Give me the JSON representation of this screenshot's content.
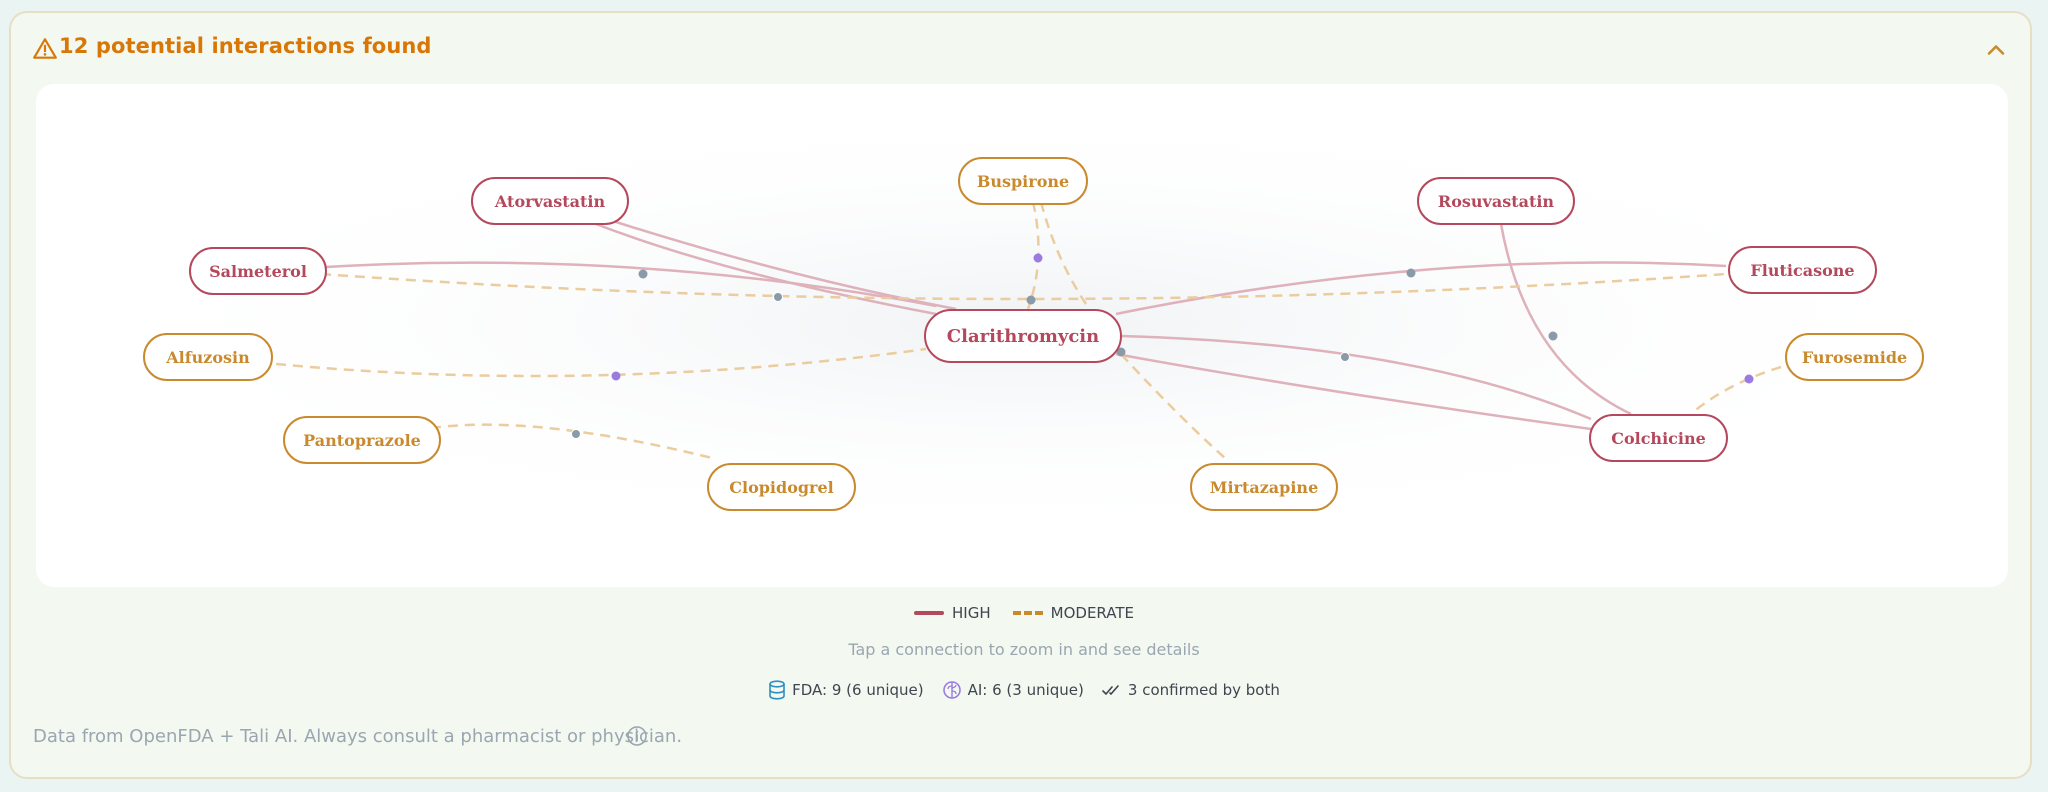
{
  "header": {
    "title": "12 potential interactions found",
    "warning_icon": "warning-triangle-icon",
    "collapse_icon": "chevron-up-icon",
    "accent_color": "#d97706"
  },
  "graph": {
    "colors": {
      "high": "#b4485c",
      "moderate": "#c98a2e",
      "fda_dot": "#8b9aa8",
      "ai_dot": "#9b7be0"
    },
    "center_drug": "Clarithromycin",
    "drugs": [
      {
        "id": "salmeterol",
        "label": "Salmeterol",
        "severity": "high"
      },
      {
        "id": "atorvastatin",
        "label": "Atorvastatin",
        "severity": "high"
      },
      {
        "id": "buspirone",
        "label": "Buspirone",
        "severity": "moderate"
      },
      {
        "id": "rosuvastatin",
        "label": "Rosuvastatin",
        "severity": "high"
      },
      {
        "id": "fluticasone",
        "label": "Fluticasone",
        "severity": "high"
      },
      {
        "id": "alfuzosin",
        "label": "Alfuzosin",
        "severity": "moderate"
      },
      {
        "id": "clarithromycin",
        "label": "Clarithromycin",
        "severity": "high"
      },
      {
        "id": "furosemide",
        "label": "Furosemide",
        "severity": "moderate"
      },
      {
        "id": "pantoprazole",
        "label": "Pantoprazole",
        "severity": "moderate"
      },
      {
        "id": "colchicine",
        "label": "Colchicine",
        "severity": "high"
      },
      {
        "id": "clopidogrel",
        "label": "Clopidogrel",
        "severity": "moderate"
      },
      {
        "id": "mirtazapine",
        "label": "Mirtazapine",
        "severity": "moderate"
      }
    ],
    "interactions": [
      {
        "a": "salmeterol",
        "b": "clarithromycin",
        "severity": "high",
        "source": "fda"
      },
      {
        "a": "atorvastatin",
        "b": "clarithromycin",
        "severity": "high",
        "source": "fda"
      },
      {
        "a": "atorvastatin",
        "b": "clarithromycin",
        "severity": "high",
        "source": "fda"
      },
      {
        "a": "buspirone",
        "b": "clarithromycin",
        "severity": "moderate",
        "source": "ai"
      },
      {
        "a": "buspirone",
        "b": "clarithromycin",
        "severity": "moderate",
        "source": "fda"
      },
      {
        "a": "fluticasone",
        "b": "clarithromycin",
        "severity": "high",
        "source": "fda"
      },
      {
        "a": "salmeterol",
        "b": "fluticasone",
        "severity": "moderate",
        "source": "both"
      },
      {
        "a": "rosuvastatin",
        "b": "colchicine",
        "severity": "high",
        "source": "fda"
      },
      {
        "a": "alfuzosin",
        "b": "clarithromycin",
        "severity": "moderate",
        "source": "ai"
      },
      {
        "a": "clarithromycin",
        "b": "colchicine",
        "severity": "high",
        "source": "both"
      },
      {
        "a": "clarithromycin",
        "b": "colchicine",
        "severity": "high",
        "source": "fda"
      },
      {
        "a": "clarithromycin",
        "b": "mirtazapine",
        "severity": "moderate",
        "source": "fda"
      },
      {
        "a": "furosemide",
        "b": "colchicine",
        "severity": "moderate",
        "source": "ai"
      },
      {
        "a": "pantoprazole",
        "b": "clopidogrel",
        "severity": "moderate",
        "source": "both"
      }
    ]
  },
  "legend": {
    "high_label": "HIGH",
    "moderate_label": "MODERATE"
  },
  "hint": "Tap a connection to zoom in and see details",
  "sources": {
    "fda_icon": "database-icon",
    "fda_label": "FDA: 9 (6 unique)",
    "ai_icon": "brain-icon",
    "ai_label": "AI: 6 (3 unique)",
    "both_icon": "double-check-icon",
    "both_label": "3 confirmed by both"
  },
  "footer": {
    "text": "Data from OpenFDA + Tali AI. Always consult a pharmacist or physician.",
    "info_icon": "info-circle-icon"
  }
}
